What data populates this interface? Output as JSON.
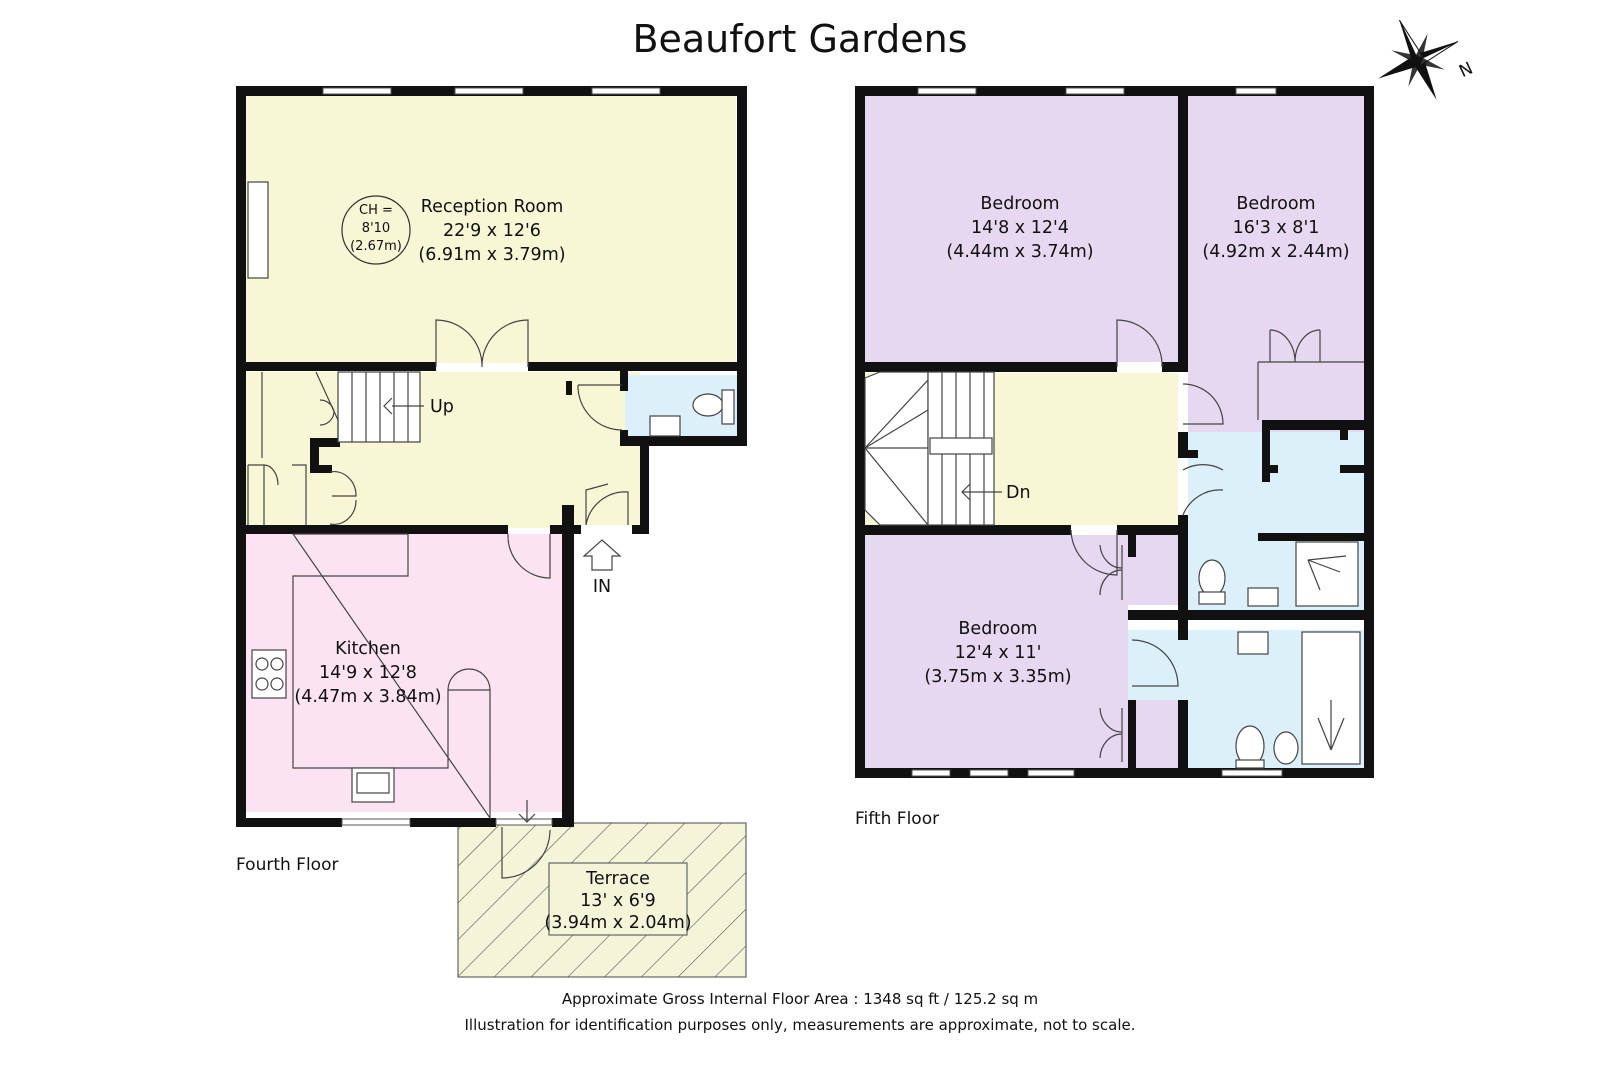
{
  "title": "Beaufort Gardens",
  "compass": {
    "label": "N"
  },
  "fourth_floor": {
    "label": "Fourth Floor",
    "reception": {
      "name": "Reception Room",
      "imperial": "22'9 x 12'6",
      "metric": "(6.91m x 3.79m)"
    },
    "ceiling_height": {
      "line1": "CH =",
      "line2": "8'10",
      "line3": "(2.67m)"
    },
    "kitchen": {
      "name": "Kitchen",
      "imperial": "14'9 x 12'8",
      "metric": "(4.47m x 3.84m)"
    },
    "terrace": {
      "name": "Terrace",
      "imperial": "13' x 6'9",
      "metric": "(3.94m x 2.04m)"
    },
    "stairs_label": "Up",
    "entrance_label": "IN"
  },
  "fifth_floor": {
    "label": "Fifth Floor",
    "bedroom_1": {
      "name": "Bedroom",
      "imperial": "14'8 x 12'4",
      "metric": "(4.44m x 3.74m)"
    },
    "bedroom_2": {
      "name": "Bedroom",
      "imperial": "16'3 x 8'1",
      "metric": "(4.92m x 2.44m)"
    },
    "bedroom_3": {
      "name": "Bedroom",
      "imperial": "12'4 x 11'",
      "metric": "(3.75m x 3.35m)"
    },
    "stairs_label": "Dn"
  },
  "footer": {
    "area": "Approximate Gross Internal Floor Area : 1348 sq ft / 125.2 sq m",
    "disclaimer": "Illustration for identification purposes only, measurements are approximate, not to scale."
  },
  "colors": {
    "reception": "#f7f7d6",
    "kitchen": "#fbe3f1",
    "bedroom": "#e6d8f0",
    "bathroom": "#dcf0fa",
    "landing": "#f7f7d6",
    "terrace": "#f4f5d8",
    "wall": "#111111"
  }
}
